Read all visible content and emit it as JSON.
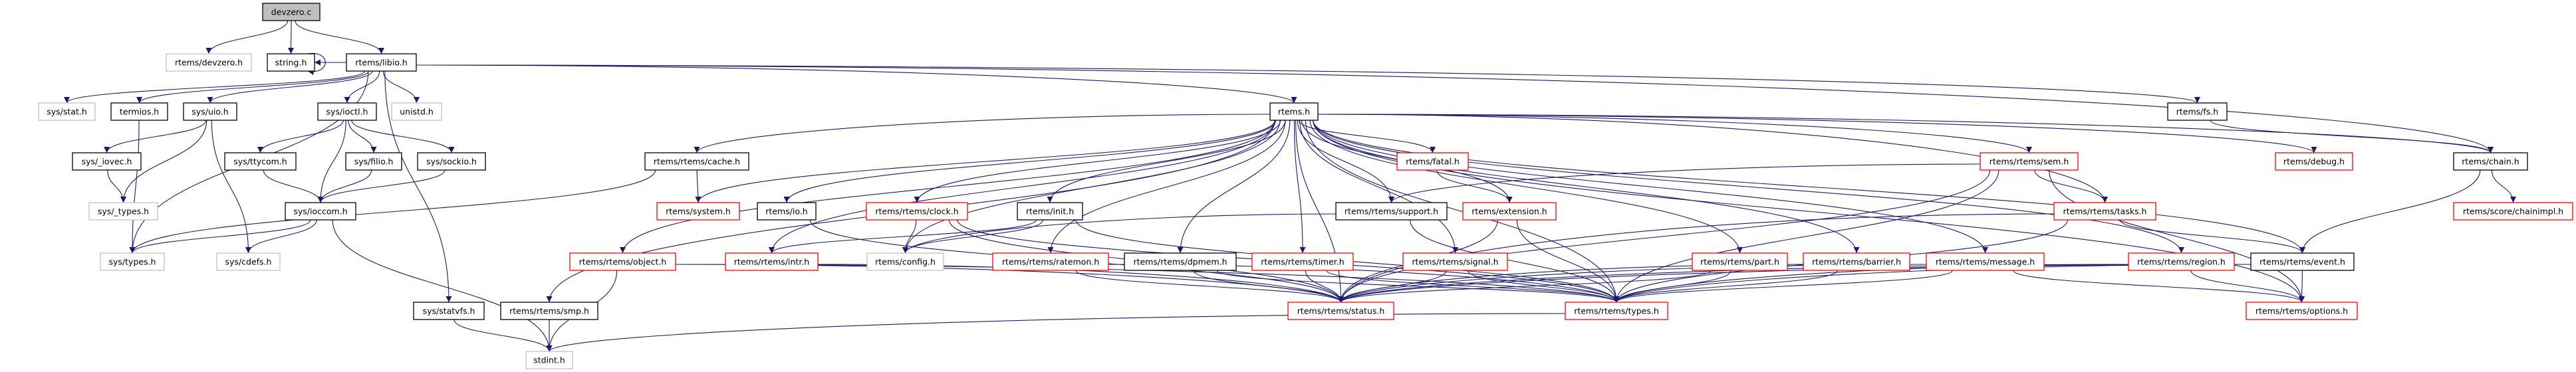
{
  "graph": {
    "edge_color": "#191970",
    "node_styles": {
      "root": "#bfbfbf",
      "black": "#000000",
      "gray": "#bfbfbf",
      "red": "#ff0000"
    },
    "nodes": [
      {
        "label": "devzero.c",
        "style": "root"
      },
      {
        "label": "rtems/devzero.h",
        "style": "gray"
      },
      {
        "label": "string.h",
        "style": "black"
      },
      {
        "label": "rtems/libio.h",
        "style": "black"
      },
      {
        "label": "sys/stat.h",
        "style": "gray"
      },
      {
        "label": "termios.h",
        "style": "black"
      },
      {
        "label": "sys/uio.h",
        "style": "black"
      },
      {
        "label": "sys/ioctl.h",
        "style": "black"
      },
      {
        "label": "unistd.h",
        "style": "gray"
      },
      {
        "label": "rtems.h",
        "style": "black"
      },
      {
        "label": "rtems/fs.h",
        "style": "black"
      },
      {
        "label": "sys/_iovec.h",
        "style": "black"
      },
      {
        "label": "sys/ttycom.h",
        "style": "black"
      },
      {
        "label": "sys/filio.h",
        "style": "black"
      },
      {
        "label": "sys/sockio.h",
        "style": "black"
      },
      {
        "label": "rtems/rtems/cache.h",
        "style": "black"
      },
      {
        "label": "rtems/fatal.h",
        "style": "red"
      },
      {
        "label": "rtems/rtems/sem.h",
        "style": "red"
      },
      {
        "label": "rtems/debug.h",
        "style": "red"
      },
      {
        "label": "rtems/chain.h",
        "style": "black"
      },
      {
        "label": "sys/_types.h",
        "style": "gray"
      },
      {
        "label": "sys/ioccom.h",
        "style": "black"
      },
      {
        "label": "rtems/system.h",
        "style": "red"
      },
      {
        "label": "rtems/io.h",
        "style": "black"
      },
      {
        "label": "rtems/rtems/clock.h",
        "style": "red"
      },
      {
        "label": "rtems/init.h",
        "style": "black"
      },
      {
        "label": "rtems/rtems/support.h",
        "style": "black"
      },
      {
        "label": "rtems/extension.h",
        "style": "red"
      },
      {
        "label": "rtems/rtems/tasks.h",
        "style": "red"
      },
      {
        "label": "rtems/score/chainimpl.h",
        "style": "red"
      },
      {
        "label": "sys/types.h",
        "style": "gray"
      },
      {
        "label": "sys/cdefs.h",
        "style": "gray"
      },
      {
        "label": "rtems/rtems/object.h",
        "style": "red"
      },
      {
        "label": "rtems/rtems/intr.h",
        "style": "red"
      },
      {
        "label": "rtems/config.h",
        "style": "gray"
      },
      {
        "label": "rtems/rtems/ratemon.h",
        "style": "red"
      },
      {
        "label": "rtems/rtems/dpmem.h",
        "style": "black"
      },
      {
        "label": "rtems/rtems/timer.h",
        "style": "red"
      },
      {
        "label": "rtems/rtems/signal.h",
        "style": "red"
      },
      {
        "label": "rtems/rtems/part.h",
        "style": "red"
      },
      {
        "label": "rtems/rtems/barrier.h",
        "style": "red"
      },
      {
        "label": "rtems/rtems/message.h",
        "style": "red"
      },
      {
        "label": "rtems/rtems/region.h",
        "style": "red"
      },
      {
        "label": "rtems/rtems/event.h",
        "style": "black"
      },
      {
        "label": "sys/statvfs.h",
        "style": "black"
      },
      {
        "label": "rtems/rtems/smp.h",
        "style": "black"
      },
      {
        "label": "rtems/rtems/status.h",
        "style": "red"
      },
      {
        "label": "rtems/rtems/types.h",
        "style": "red"
      },
      {
        "label": "rtems/rtems/options.h",
        "style": "red"
      },
      {
        "label": "stdint.h",
        "style": "gray"
      }
    ],
    "edges": [
      [
        "devzero.c",
        "rtems/devzero.h"
      ],
      [
        "devzero.c",
        "string.h"
      ],
      [
        "devzero.c",
        "rtems/libio.h"
      ],
      [
        "rtems/libio.h",
        "string.h"
      ],
      [
        "rtems/libio.h",
        "sys/stat.h"
      ],
      [
        "rtems/libio.h",
        "termios.h"
      ],
      [
        "rtems/libio.h",
        "sys/uio.h"
      ],
      [
        "rtems/libio.h",
        "sys/ioctl.h"
      ],
      [
        "rtems/libio.h",
        "unistd.h"
      ],
      [
        "rtems/libio.h",
        "sys/types.h"
      ],
      [
        "rtems/libio.h",
        "sys/statvfs.h"
      ],
      [
        "rtems/libio.h",
        "rtems.h"
      ],
      [
        "rtems/libio.h",
        "rtems/fs.h"
      ],
      [
        "rtems/libio.h",
        "rtems/chain.h"
      ],
      [
        "termios.h",
        "sys/types.h"
      ],
      [
        "sys/uio.h",
        "sys/_iovec.h"
      ],
      [
        "sys/uio.h",
        "sys/_types.h"
      ],
      [
        "sys/uio.h",
        "sys/cdefs.h"
      ],
      [
        "sys/_iovec.h",
        "sys/_types.h"
      ],
      [
        "sys/ioctl.h",
        "sys/ttycom.h"
      ],
      [
        "sys/ioctl.h",
        "sys/ioccom.h"
      ],
      [
        "sys/ioctl.h",
        "sys/filio.h"
      ],
      [
        "sys/ioctl.h",
        "sys/sockio.h"
      ],
      [
        "sys/ttycom.h",
        "sys/ioccom.h"
      ],
      [
        "sys/filio.h",
        "sys/ioccom.h"
      ],
      [
        "sys/sockio.h",
        "sys/ioccom.h"
      ],
      [
        "sys/ioccom.h",
        "sys/types.h"
      ],
      [
        "sys/ioccom.h",
        "sys/cdefs.h"
      ],
      [
        "sys/ioccom.h",
        "stdint.h"
      ],
      [
        "sys/statvfs.h",
        "stdint.h"
      ],
      [
        "rtems.h",
        "rtems/rtems/cache.h"
      ],
      [
        "rtems.h",
        "rtems/system.h"
      ],
      [
        "rtems.h",
        "rtems/io.h"
      ],
      [
        "rtems.h",
        "rtems/rtems/object.h"
      ],
      [
        "rtems.h",
        "rtems/rtems/smp.h"
      ],
      [
        "rtems.h",
        "rtems/rtems/intr.h"
      ],
      [
        "rtems.h",
        "rtems/rtems/clock.h"
      ],
      [
        "rtems.h",
        "rtems/config.h"
      ],
      [
        "rtems.h",
        "rtems/init.h"
      ],
      [
        "rtems.h",
        "rtems/rtems/support.h"
      ],
      [
        "rtems.h",
        "rtems/fatal.h"
      ],
      [
        "rtems.h",
        "rtems/extension.h"
      ],
      [
        "rtems.h",
        "rtems/rtems/ratemon.h"
      ],
      [
        "rtems.h",
        "rtems/rtems/dpmem.h"
      ],
      [
        "rtems.h",
        "rtems/rtems/timer.h"
      ],
      [
        "rtems.h",
        "rtems/rtems/signal.h"
      ],
      [
        "rtems.h",
        "rtems/rtems/status.h"
      ],
      [
        "rtems.h",
        "rtems/rtems/types.h"
      ],
      [
        "rtems.h",
        "rtems/rtems/part.h"
      ],
      [
        "rtems.h",
        "rtems/rtems/barrier.h"
      ],
      [
        "rtems.h",
        "rtems/rtems/message.h"
      ],
      [
        "rtems.h",
        "rtems/rtems/sem.h"
      ],
      [
        "rtems.h",
        "rtems/rtems/tasks.h"
      ],
      [
        "rtems.h",
        "rtems/rtems/region.h"
      ],
      [
        "rtems.h",
        "rtems/rtems/event.h"
      ],
      [
        "rtems.h",
        "rtems/debug.h"
      ],
      [
        "rtems.h",
        "rtems/chain.h"
      ],
      [
        "rtems.h",
        "rtems/rtems/options.h"
      ],
      [
        "rtems/rtems/cache.h",
        "rtems/system.h"
      ],
      [
        "rtems/rtems/cache.h",
        "sys/types.h"
      ],
      [
        "rtems/rtems/smp.h",
        "stdint.h"
      ],
      [
        "rtems/rtems/object.h",
        "stdint.h"
      ],
      [
        "rtems/rtems/object.h",
        "rtems/rtems/status.h"
      ],
      [
        "rtems/rtems/object.h",
        "rtems/rtems/types.h"
      ],
      [
        "rtems/io.h",
        "rtems/rtems/status.h"
      ],
      [
        "rtems/rtems/intr.h",
        "rtems/rtems/status.h"
      ],
      [
        "rtems/rtems/clock.h",
        "rtems/config.h"
      ],
      [
        "rtems/rtems/clock.h",
        "rtems/rtems/status.h"
      ],
      [
        "rtems/rtems/clock.h",
        "rtems/rtems/types.h"
      ],
      [
        "rtems/init.h",
        "rtems/config.h"
      ],
      [
        "rtems/init.h",
        "rtems/rtems/intr.h"
      ],
      [
        "rtems/init.h",
        "rtems/rtems/types.h"
      ],
      [
        "rtems/rtems/support.h",
        "rtems/config.h"
      ],
      [
        "rtems/rtems/support.h",
        "rtems/rtems/types.h"
      ],
      [
        "rtems/fatal.h",
        "rtems/extension.h"
      ],
      [
        "rtems/extension.h",
        "rtems/rtems/status.h"
      ],
      [
        "rtems/extension.h",
        "rtems/rtems/types.h"
      ],
      [
        "rtems/rtems/ratemon.h",
        "rtems/rtems/status.h"
      ],
      [
        "rtems/rtems/ratemon.h",
        "rtems/rtems/types.h"
      ],
      [
        "rtems/rtems/dpmem.h",
        "rtems/rtems/status.h"
      ],
      [
        "rtems/rtems/dpmem.h",
        "rtems/rtems/types.h"
      ],
      [
        "rtems/rtems/timer.h",
        "rtems/rtems/status.h"
      ],
      [
        "rtems/rtems/timer.h",
        "rtems/rtems/types.h"
      ],
      [
        "rtems/rtems/signal.h",
        "rtems/rtems/status.h"
      ],
      [
        "rtems/rtems/signal.h",
        "rtems/rtems/types.h"
      ],
      [
        "rtems/rtems/part.h",
        "rtems/rtems/status.h"
      ],
      [
        "rtems/rtems/part.h",
        "rtems/rtems/types.h"
      ],
      [
        "rtems/rtems/barrier.h",
        "rtems/rtems/status.h"
      ],
      [
        "rtems/rtems/barrier.h",
        "rtems/rtems/types.h"
      ],
      [
        "rtems/rtems/message.h",
        "rtems/rtems/status.h"
      ],
      [
        "rtems/rtems/message.h",
        "rtems/rtems/types.h"
      ],
      [
        "rtems/rtems/message.h",
        "rtems/rtems/options.h"
      ],
      [
        "rtems/rtems/region.h",
        "rtems/rtems/status.h"
      ],
      [
        "rtems/rtems/region.h",
        "rtems/rtems/types.h"
      ],
      [
        "rtems/rtems/region.h",
        "rtems/rtems/options.h"
      ],
      [
        "rtems/rtems/sem.h",
        "rtems/rtems/support.h"
      ],
      [
        "rtems/rtems/sem.h",
        "rtems/rtems/tasks.h"
      ],
      [
        "rtems/rtems/sem.h",
        "rtems/rtems/status.h"
      ],
      [
        "rtems/rtems/sem.h",
        "rtems/rtems/types.h"
      ],
      [
        "rtems/rtems/sem.h",
        "rtems/rtems/options.h"
      ],
      [
        "rtems/rtems/tasks.h",
        "rtems/rtems/status.h"
      ],
      [
        "rtems/rtems/tasks.h",
        "rtems/rtems/types.h"
      ],
      [
        "rtems/rtems/tasks.h",
        "rtems/rtems/event.h"
      ],
      [
        "rtems/rtems/event.h",
        "rtems/rtems/options.h"
      ],
      [
        "rtems/rtems/event.h",
        "rtems/rtems/types.h"
      ],
      [
        "rtems/rtems/event.h",
        "rtems/rtems/status.h"
      ],
      [
        "rtems/fs.h",
        "rtems/chain.h"
      ],
      [
        "rtems/chain.h",
        "rtems/rtems/event.h"
      ],
      [
        "rtems/chain.h",
        "rtems/score/chainimpl.h"
      ],
      [
        "rtems/rtems/types.h",
        "stdint.h"
      ]
    ]
  }
}
